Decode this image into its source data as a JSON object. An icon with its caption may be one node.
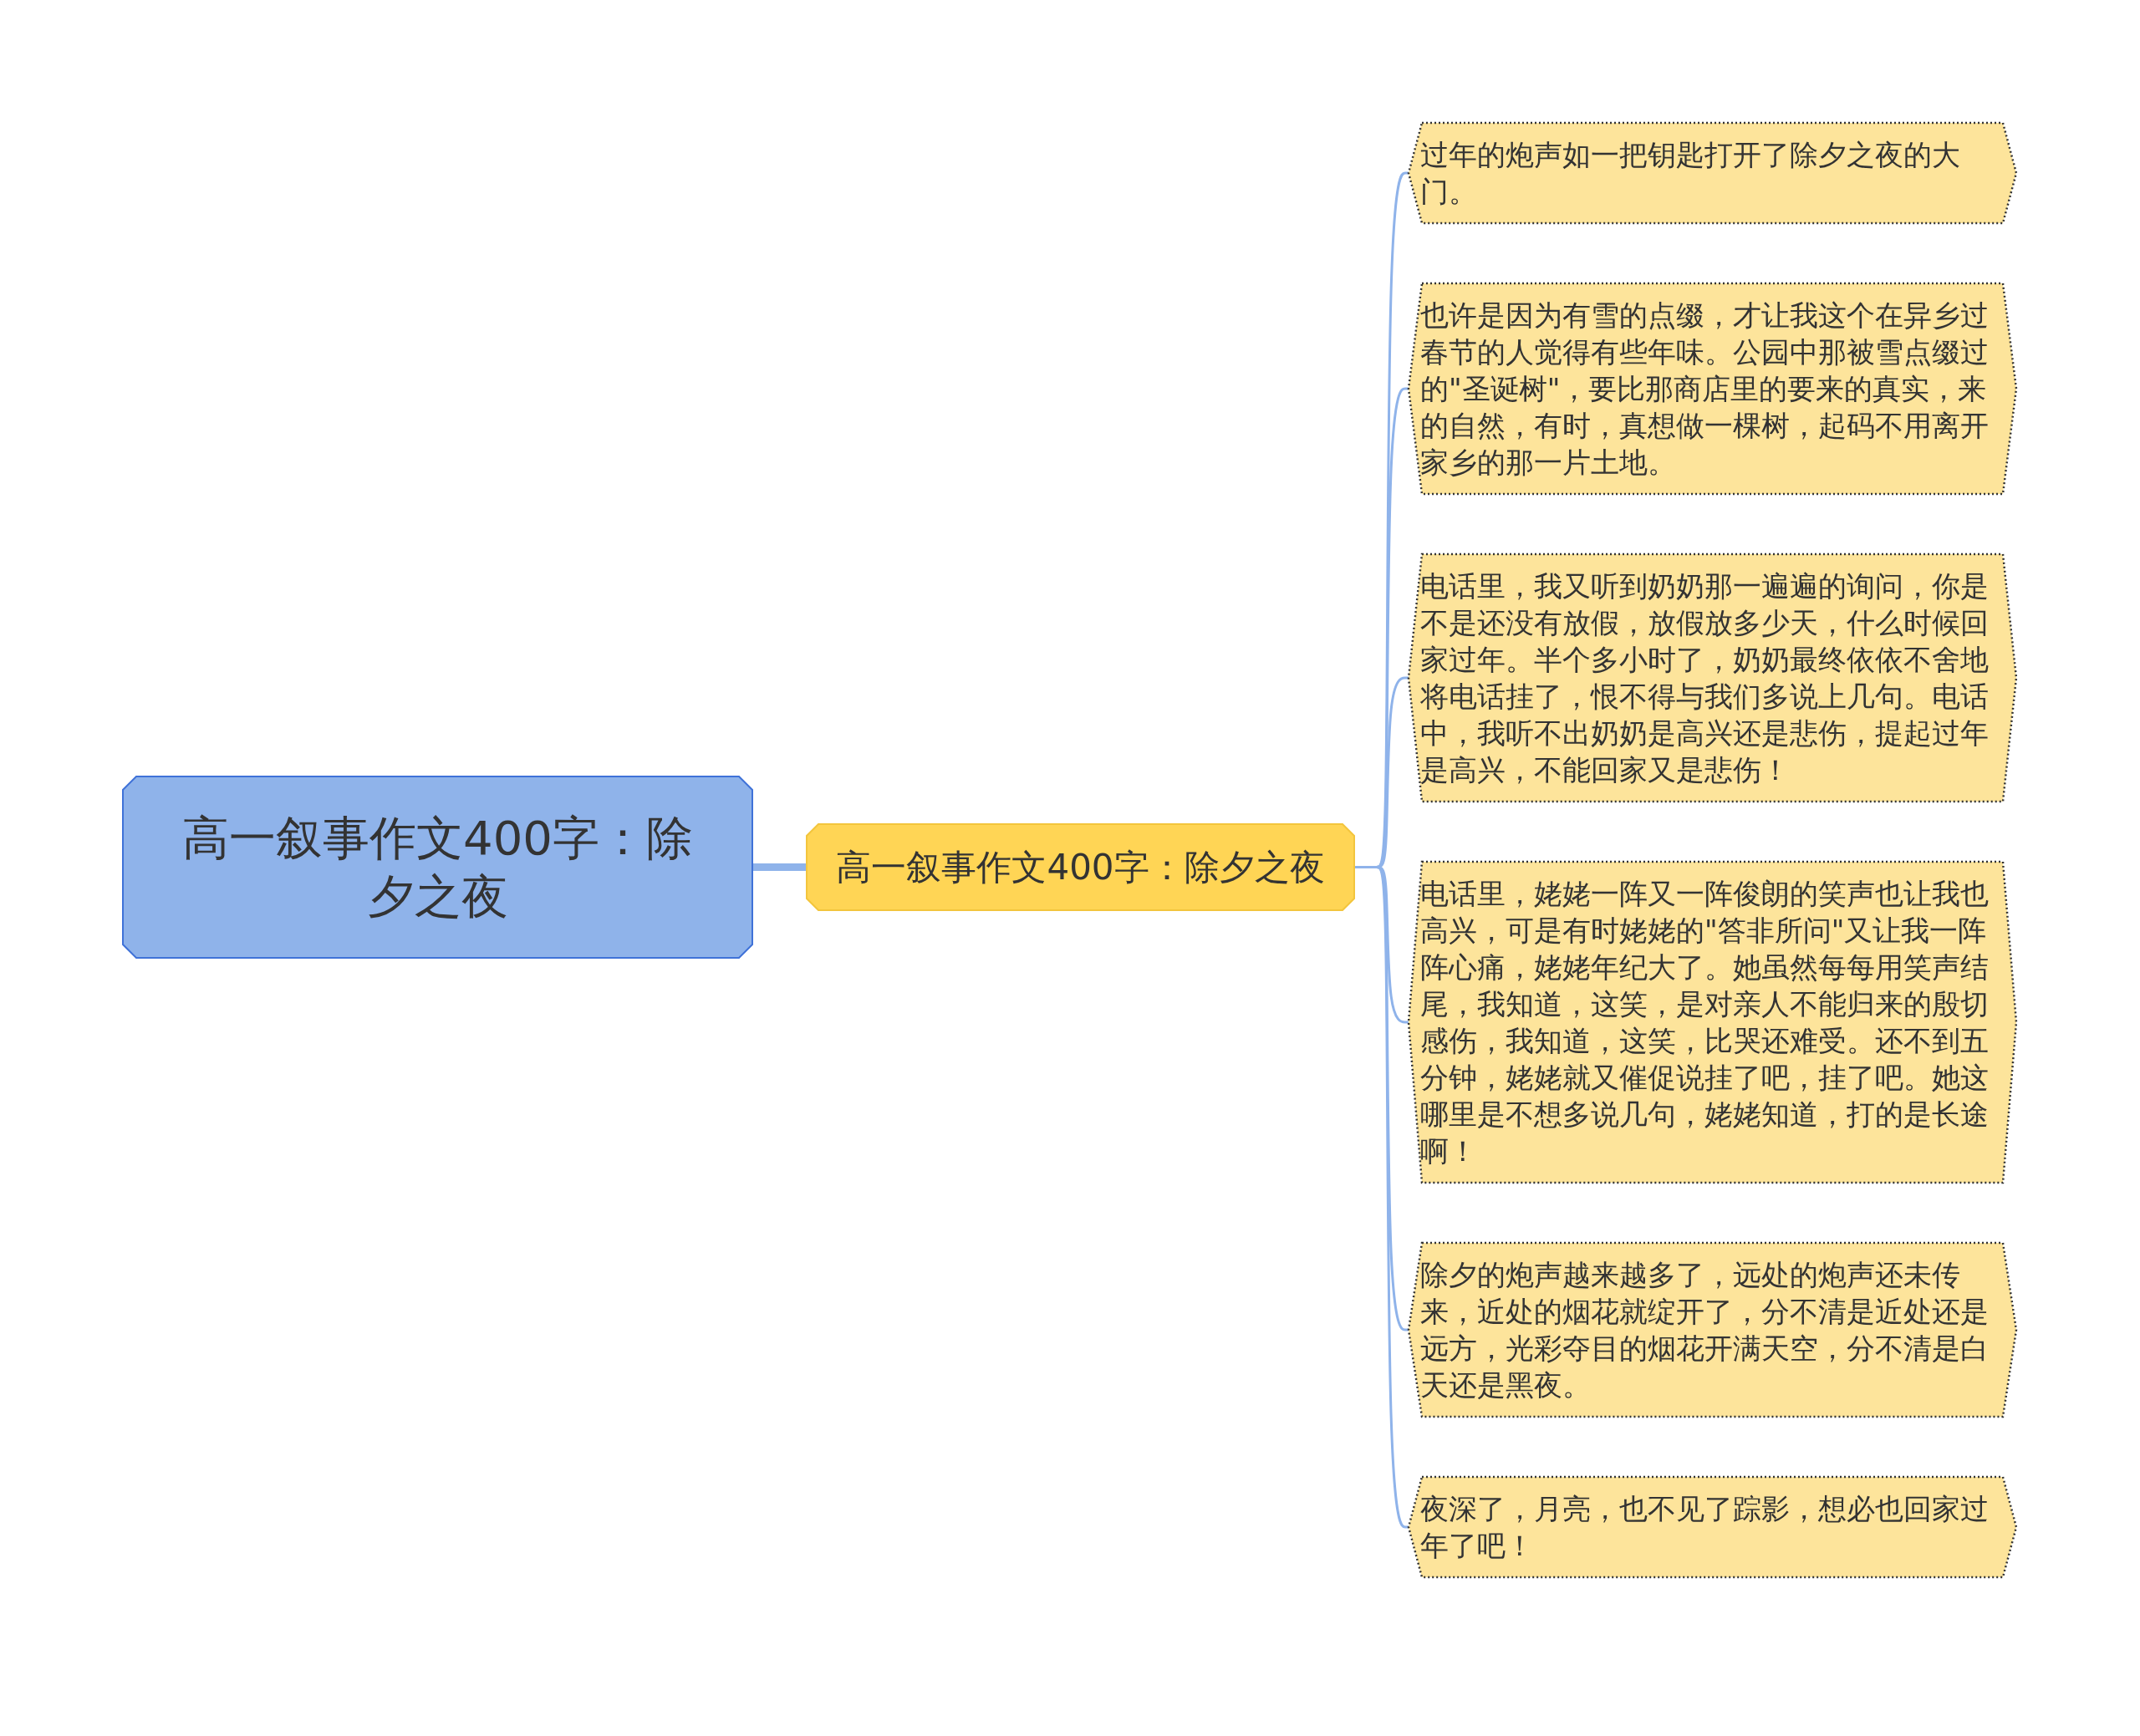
{
  "diagram": {
    "nodes": [
      {
        "text": [
          "高一叙事作文400字：除夕之夜"
        ]
      },
      {
        "text": [
          "高一叙事作文400字：除夕之夜"
        ]
      },
      {
        "text": [
          "过年的炮声如一把钥匙打开了除夕之夜的大门。"
        ]
      },
      {
        "text": [
          "也许是因为有雪的点缀，才让我这个在异乡过春节的人觉得有些年味。公园中那被雪点缀过的\"圣诞树\"，要比那商店里的要来的真实，来的自然，有时，真想做一棵树，起码不用离开家乡的那一片土地。"
        ]
      },
      {
        "text": [
          "电话里，我又听到奶奶那一遍遍的询问，你是不是还没有放假，放假放多少天，什么时候回家过年。半个多小时了，奶奶最终依依不舍地将电话挂了，恨不得与我们多说上几句。电话中，我听不出奶奶是高兴还是悲伤，提起过年是高兴，不能回家又是悲伤！"
        ]
      },
      {
        "text": [
          "电话里，姥姥一阵又一阵俊朗的笑声也让我也高兴，可是有时姥姥的\"答非所问\"又让我一阵阵心痛，姥姥年纪大了。她虽然每每用笑声结尾，我知道，这笑，是对亲人不能归来的殷切感伤，我知道，这笑，比哭还难受。还不到五分钟，姥姥就又催促说挂了吧，挂了吧。她这哪里是不想多说几句，姥姥知道，打的是长途啊！"
        ]
      },
      {
        "text": [
          "除夕的炮声越来越多了，远处的炮声还未传来，近处的烟花就绽开了，分不清是近处还是远方，光彩夺目的烟花开满天空，分不清是白天还是黑夜。"
        ]
      },
      {
        "text": [
          "夜深了，月亮，也不见了踪影，想必也回家过年了吧！"
        ]
      }
    ],
    "edges": [
      {
        "from": 0,
        "to": 1,
        "arrow": "none",
        "style": "thick"
      },
      {
        "from": 1,
        "to": 2,
        "arrow": "none"
      },
      {
        "from": 1,
        "to": 3,
        "arrow": "none"
      },
      {
        "from": 1,
        "to": 4,
        "arrow": "none"
      },
      {
        "from": 1,
        "to": 5,
        "arrow": "none"
      },
      {
        "from": 1,
        "to": 6,
        "arrow": "none"
      },
      {
        "from": 1,
        "to": 7,
        "arrow": "none"
      }
    ]
  }
}
